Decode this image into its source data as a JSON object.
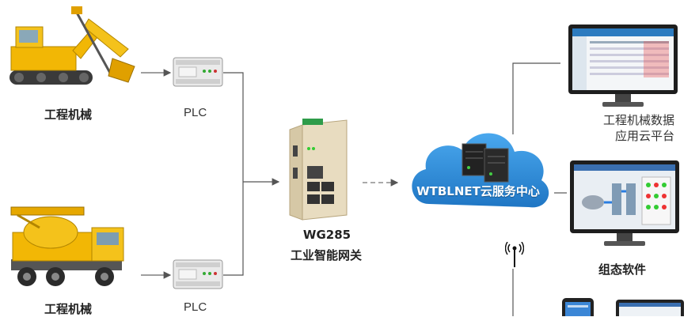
{
  "nodes": {
    "machinery_top": {
      "label": "工程机械"
    },
    "machinery_bottom": {
      "label": "工程机械"
    },
    "plc_top": {
      "label": "PLC"
    },
    "plc_bottom": {
      "label": "PLC"
    },
    "gateway": {
      "model": "WG285",
      "label": "工业智能网关"
    },
    "cloud": {
      "label": "WTBLNET云服务中心"
    },
    "cloud_platform": {
      "line1": "工程机械数据",
      "line2": "应用云平台"
    },
    "scada": {
      "label": "组态软件"
    }
  },
  "icons": [
    "excavator-icon",
    "truck-crane-icon",
    "plc-module-icon",
    "gateway-router-icon",
    "cloud-server-icon",
    "monitor-icon",
    "antenna-icon",
    "phone-icon",
    "tablet-icon"
  ],
  "colors": {
    "cloud": "#2f8fd8",
    "machinery": "#f2b705",
    "line": "#555555"
  }
}
